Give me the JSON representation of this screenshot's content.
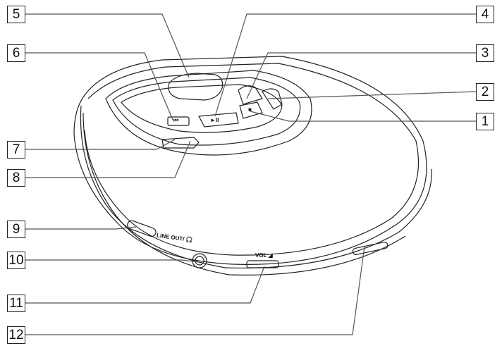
{
  "callouts": {
    "c1": "1",
    "c2": "2",
    "c3": "3",
    "c4": "4",
    "c5": "5",
    "c6": "6",
    "c7": "7",
    "c8": "8",
    "c9": "9",
    "c10": "10",
    "c11": "11",
    "c12": "12"
  },
  "device_labels": {
    "line_out": "LINE OUT/ 🎧",
    "vol": "VOL ◢",
    "prev_symbol": "⏮",
    "play_pause_symbol": "►II",
    "stop_symbol": "■"
  },
  "colors": {
    "line": "#222222",
    "leader": "#555555"
  }
}
